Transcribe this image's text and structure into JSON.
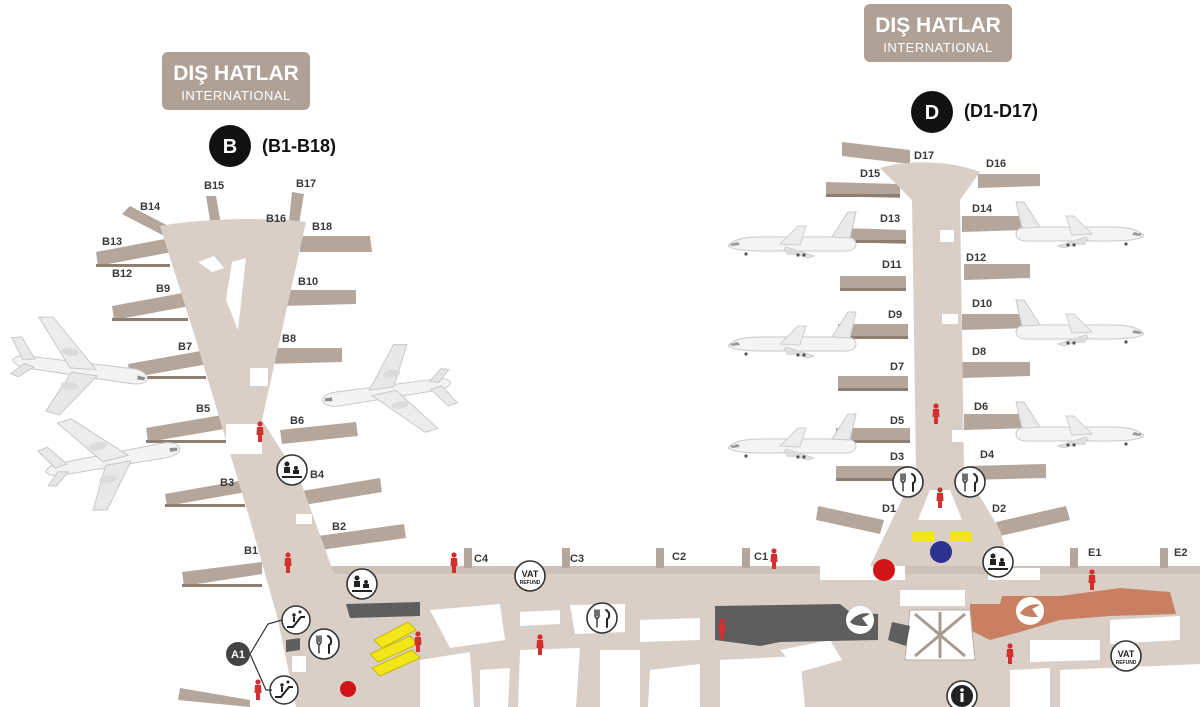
{
  "colors": {
    "concourse": "#d9cfc6",
    "pier": "#b5a69b",
    "pier_shadow": "#8d7e74",
    "building": "#ffffff",
    "badge": "#b0a197",
    "restroom": "#d32f2f",
    "lounge_brand": "#c98062",
    "lounge_dark": "#5e5e5e",
    "marker_red": "#d0141a",
    "marker_blue": "#2e3190",
    "marker_yellow": "#f2e61a"
  },
  "zones": {
    "b": {
      "title": "DIŞ HATLAR",
      "subtitle": "INTERNATIONAL",
      "letter": "B",
      "range": "(B1-B18)"
    },
    "d": {
      "title": "DIŞ HATLAR",
      "subtitle": "INTERNATIONAL",
      "letter": "D",
      "range": "(D1-D17)"
    }
  },
  "gates_b": [
    "B1",
    "B2",
    "B3",
    "B4",
    "B5",
    "B6",
    "B7",
    "B8",
    "B9",
    "B10",
    "B12",
    "B13",
    "B14",
    "B15",
    "B16",
    "B17",
    "B18"
  ],
  "gates_c": [
    "C1",
    "C2",
    "C3",
    "C4"
  ],
  "gates_d": [
    "D1",
    "D2",
    "D3",
    "D4",
    "D5",
    "D6",
    "D7",
    "D8",
    "D9",
    "D10",
    "D11",
    "D12",
    "D13",
    "D14",
    "D15",
    "D16",
    "D17"
  ],
  "gates_e": [
    "E1",
    "E2"
  ],
  "facilities": {
    "vat_label": "VAT",
    "vat_sub": "REFUND",
    "a1_label": "A1"
  },
  "icons": {
    "restroom": "restroom-icon",
    "restaurant": "fork-knife-icon",
    "family": "family-icon",
    "escalator": "escalator-icon",
    "info": "information-icon",
    "airline": "airline-logo-icon",
    "vat": "vat-refund-icon"
  }
}
